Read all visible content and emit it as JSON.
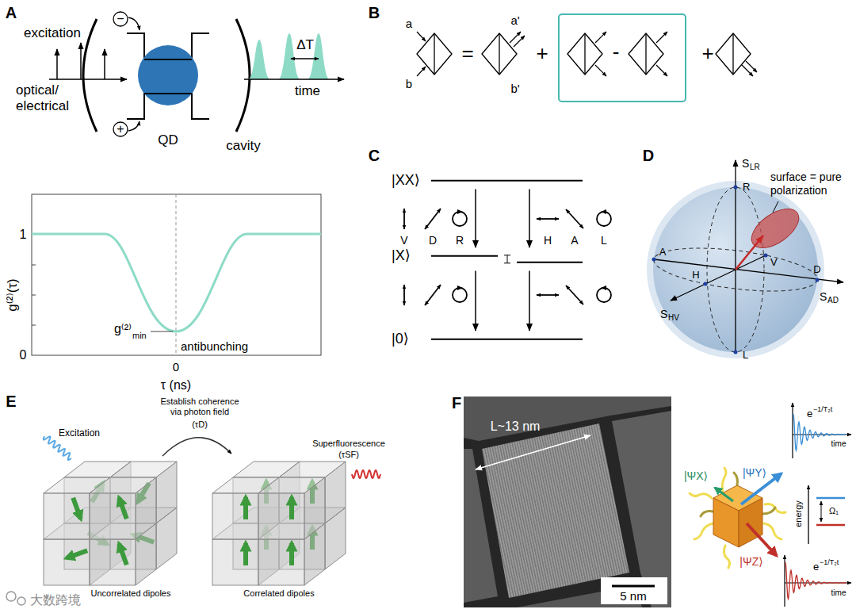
{
  "diagram": {
    "nodes": [
      {
        "text": [
          "QD"
        ]
      },
      {
        "text": [
          "|XX⟩"
        ]
      },
      {
        "text": [
          "|X⟩"
        ]
      },
      {
        "text": [
          "|0⟩"
        ]
      }
    ],
    "edges": [
      {
        "from": 1,
        "to": 2,
        "arrow": "to"
      },
      {
        "from": 1,
        "to": 2,
        "arrow": "to"
      },
      {
        "from": 2,
        "to": 3,
        "arrow": "to"
      },
      {
        "from": 2,
        "to": 3,
        "arrow": "to"
      }
    ],
    "labels": [
      "A",
      "excitation",
      "optical/ electrical",
      "−",
      "+",
      "cavity",
      "ΔT",
      "time",
      "g⁽²⁾(τ)",
      "1",
      "0",
      "g⁽²⁾",
      "min",
      "antibunching",
      "0",
      "τ (ns)",
      "B",
      "a",
      "b",
      "a'",
      "b'",
      "=",
      "+",
      "-",
      "+",
      "C",
      "V",
      "D",
      "R",
      "H",
      "A",
      "L",
      "D",
      "S",
      "LR",
      "R",
      "surface = pure polarization",
      "V",
      "A",
      "D",
      "H",
      "S",
      "HV",
      "S",
      "AD",
      "L",
      "E",
      "Excitation",
      "Establish coherence via photon field",
      "(τD)",
      "Superfluorescence",
      "(τSF)",
      "Uncorrelated dipoles",
      "Correlated dipoles",
      "F",
      "L~13 nm",
      "5 nm",
      "|ΨX⟩",
      "|ΨY⟩",
      "|ΨZ⟩",
      "energy",
      "Ω₁",
      "e",
      "−1/T₂t",
      "time",
      "e",
      "−1/T₂t",
      "time",
      "大数跨境"
    ]
  }
}
